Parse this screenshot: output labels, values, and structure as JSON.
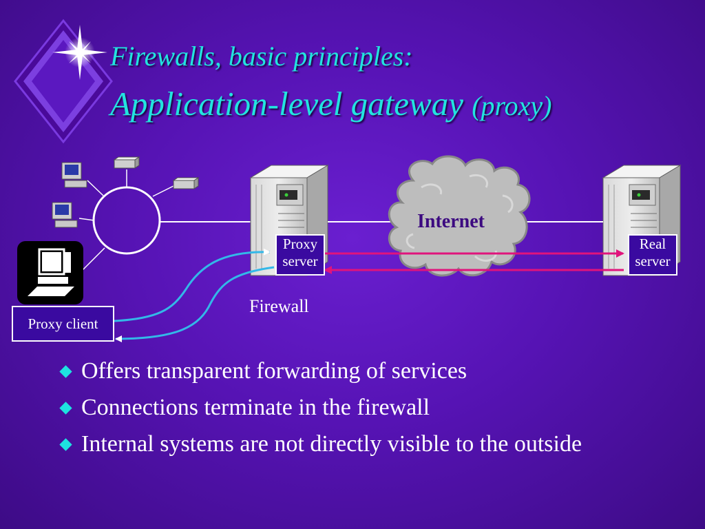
{
  "slide": {
    "title_line1": "Firewalls, basic principles:",
    "title_line2_main": "Application-level gateway ",
    "title_line2_paren": "(proxy)"
  },
  "diagram": {
    "proxy_server_line1": "Proxy",
    "proxy_server_line2": "server",
    "real_server_line1": "Real",
    "real_server_line2": "server",
    "proxy_client": "Proxy client",
    "firewall": "Firewall",
    "internet": "Internet"
  },
  "bullets": [
    "Offers transparent forwarding of  services",
    "Connections terminate in the firewall",
    "Internal systems are not directly visible to the outside"
  ],
  "colors": {
    "title": "#22e4df",
    "bullet_marker": "#1ee2e0",
    "connection_arrows": "#e0147c",
    "client_arrows": "#33b8e8",
    "label_box_bg": "#3a0aa0"
  }
}
